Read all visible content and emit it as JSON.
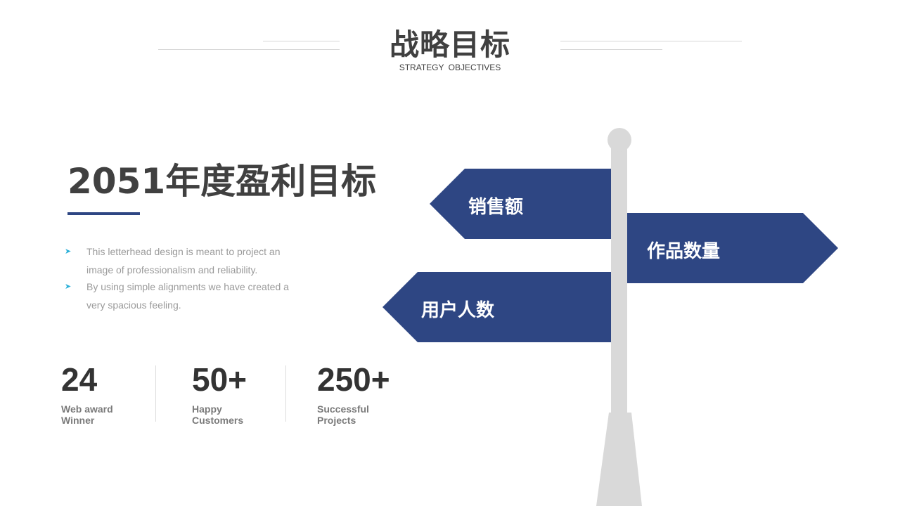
{
  "header": {
    "title": "战略目标",
    "subtitle": "STRATEGY  OBJECTIVES"
  },
  "main": {
    "heading": "2051年度盈利目标",
    "bullets": [
      "This letterhead design is meant to project an image of professionalism and reliability.",
      "By using simple alignments we have created a very spacious feeling."
    ],
    "bullet_marker": "➤",
    "stats": [
      {
        "value": "24",
        "label_line1": "Web award",
        "label_line2": "Winner"
      },
      {
        "value": "50+",
        "label_line1": "Happy",
        "label_line2": "Customers"
      },
      {
        "value": "250+",
        "label_line1": "Successful",
        "label_line2": "Projects"
      }
    ]
  },
  "signpost": {
    "signs": [
      {
        "label": "销售额",
        "direction": "left"
      },
      {
        "label": "作品数量",
        "direction": "right"
      },
      {
        "label": "用户人数",
        "direction": "left"
      }
    ]
  },
  "colors": {
    "sign_fill": "#2e4683",
    "post_fill": "#d9d9d9",
    "accent_bar": "#2e4683",
    "bullet_marker": "#2bb0d8",
    "heading_text": "#404040"
  }
}
